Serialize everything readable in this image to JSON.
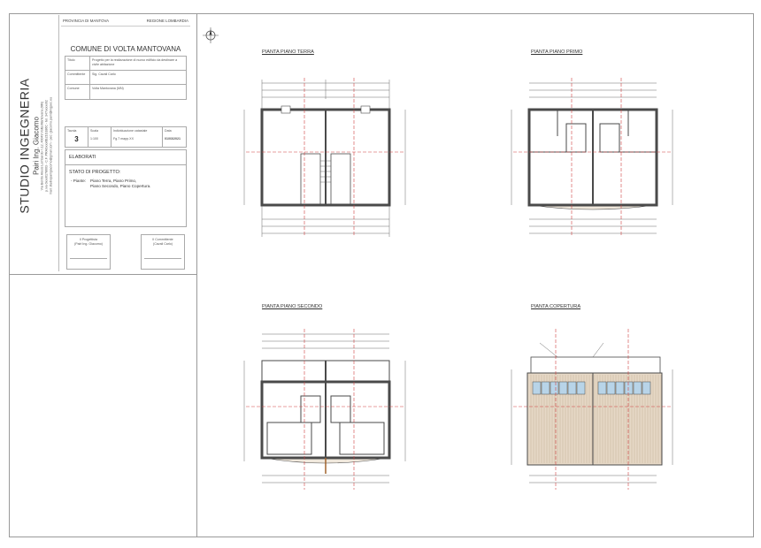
{
  "studio": {
    "name": "STUDIO INGEGNERIA",
    "person": "Pairi Ing. Giacomo",
    "contact_lines": [
      "Via Benito Alexis Lombardo n.12, 46049 Volta Mantovana (MN)",
      "p.iva 0xxx6178603 - C.F. PRAGxxx6B21G186C - tel. 347xxxxx92",
      "mail: studiopairigiacomo@gmail.com - pec: giacomo.pairi@ingpec.eu"
    ]
  },
  "title_block": {
    "provincia": "PROVINCIA DI MANTOVA",
    "regione": "REGIONE LOMBARDIA",
    "comune": "COMUNE DI VOLTA MANTOVANA",
    "rows": [
      {
        "label": "Titolo",
        "value": "Progetto per la realizzazione di nuovo edificio da destinare a civile abitazione"
      },
      {
        "label": "Committente",
        "value": "Sig. Cavali Carlo"
      },
      {
        "label": "Comune",
        "value": "Volta Mantovana (MN)"
      }
    ],
    "tavola_label": "Tavola",
    "tavola_value": "3",
    "scala_label": "Scala",
    "scala_value": "1:100",
    "catasto_label": "Individuazione catastale",
    "catasto_value": "Fg.7 mapp.XX",
    "data_label": "Data",
    "data_value": "01/03/2021",
    "elaborati": "ELABORATI",
    "stato": "STATO DI PROGETTO:",
    "piante_label": "- Piante:",
    "piante_items": [
      "Piano Terra, Piano Primo,",
      "Piano Secondo, Piano Copertura."
    ],
    "sig_progettista_role": "Il Progettista",
    "sig_progettista_name": "(Pairi Ing. Giacomo)",
    "sig_committente_role": "Il Committente",
    "sig_committente_name": "(Cavali Carlo)"
  },
  "plans": [
    {
      "id": "terra",
      "title": "PIANTA PIANO TERRA"
    },
    {
      "id": "primo",
      "title": "PIANTA PIANO PRIMO"
    },
    {
      "id": "secondo",
      "title": "PIANTA PIANO SECONDO"
    },
    {
      "id": "copertura",
      "title": "PIANTA COPERTURA"
    }
  ],
  "colors": {
    "wall": "#4a4a4a",
    "dimension": "#6a6a6a",
    "section_line": "#d04040",
    "solar": "#b8d4e8",
    "roof": "#e6d8c6"
  }
}
